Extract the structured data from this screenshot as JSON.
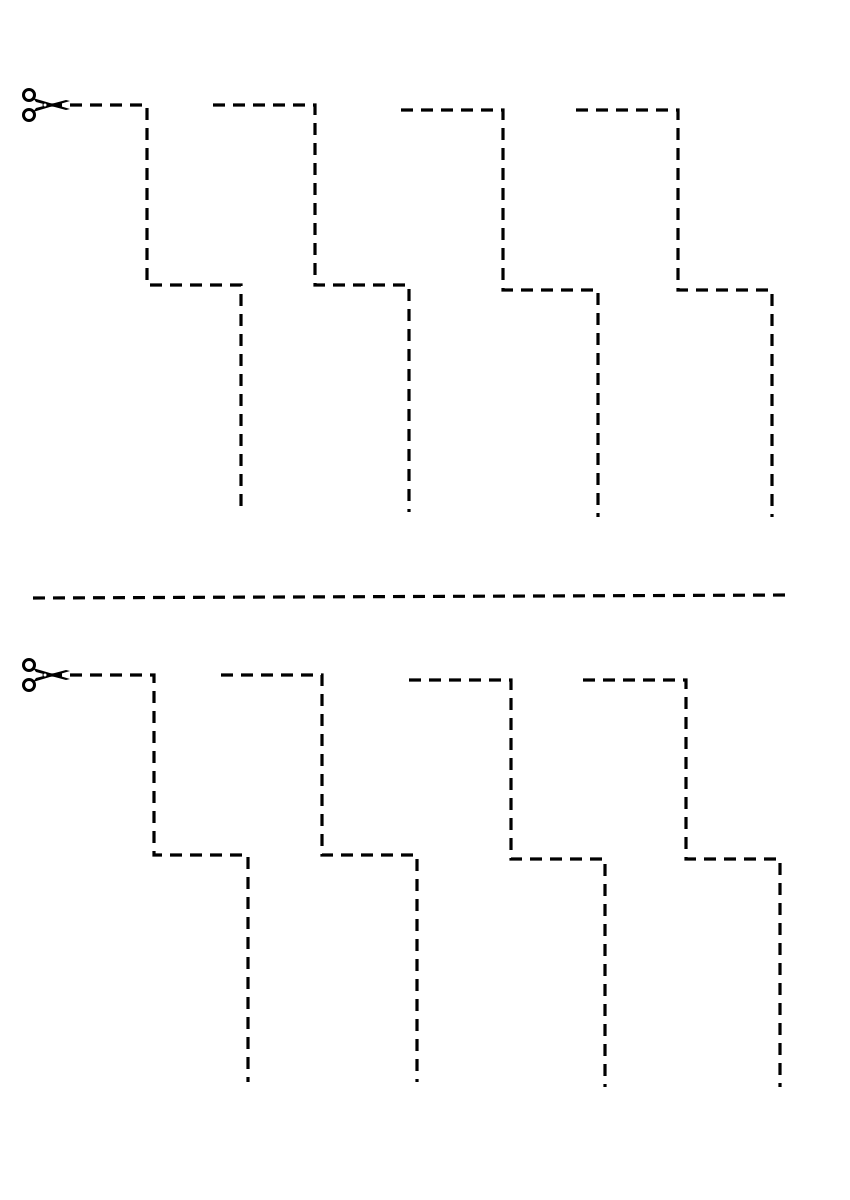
{
  "worksheet": {
    "kind": "scissor-cutting-practice",
    "colors": {
      "background": "#ffffff",
      "line": "#000000"
    },
    "sections": [
      {
        "id": "top",
        "icon": "scissors-icon",
        "staircase_lines": 4
      },
      {
        "id": "bottom",
        "icon": "scissors-icon",
        "staircase_lines": 4
      }
    ],
    "divider": {
      "style": "dashed"
    }
  }
}
